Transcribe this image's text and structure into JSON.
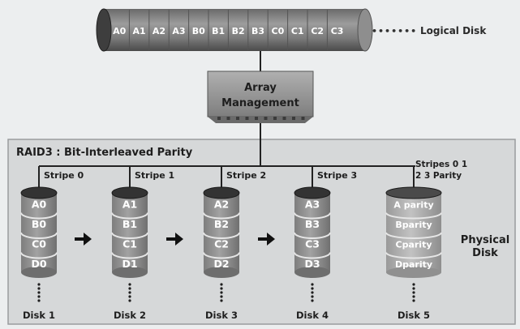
{
  "logical_disk": {
    "segments": [
      "A0",
      "A1",
      "A2",
      "A3",
      "B0",
      "B1",
      "B2",
      "B3",
      "C0",
      "C1",
      "C2",
      "C3"
    ],
    "dots": "•••••••",
    "label": "Logical Disk"
  },
  "array_management": {
    "line1": "Array",
    "line2": "Management"
  },
  "raid": {
    "title": "RAID3 : Bit-Interleaved Parity",
    "parity_note_line1": "Stripes 0   1",
    "parity_note_line2": "2   3 Parity"
  },
  "disks": [
    {
      "stripe": "Stripe 0",
      "blocks": [
        "A0",
        "B0",
        "C0",
        "D0"
      ],
      "label": "Disk 1"
    },
    {
      "stripe": "Stripe 1",
      "blocks": [
        "A1",
        "B1",
        "C1",
        "D1"
      ],
      "label": "Disk 2"
    },
    {
      "stripe": "Stripe 2",
      "blocks": [
        "A2",
        "B2",
        "C2",
        "D2"
      ],
      "label": "Disk 3"
    },
    {
      "stripe": "Stripe 3",
      "blocks": [
        "A3",
        "B3",
        "C3",
        "D3"
      ],
      "label": "Disk 4"
    },
    {
      "stripe": "",
      "blocks": [
        "A parity",
        "Bparity",
        "Cparity",
        "Dparity"
      ],
      "label": "Disk 5"
    }
  ],
  "physical_disk": {
    "line1": "Physical",
    "line2": "Disk"
  },
  "colors": {
    "disk_body": "#8d8d8d",
    "disk_top": "#3a3a3a",
    "parity_body": "#a9a9a9",
    "management_box": "#9a9a9a",
    "panel": "#d7d9da"
  }
}
